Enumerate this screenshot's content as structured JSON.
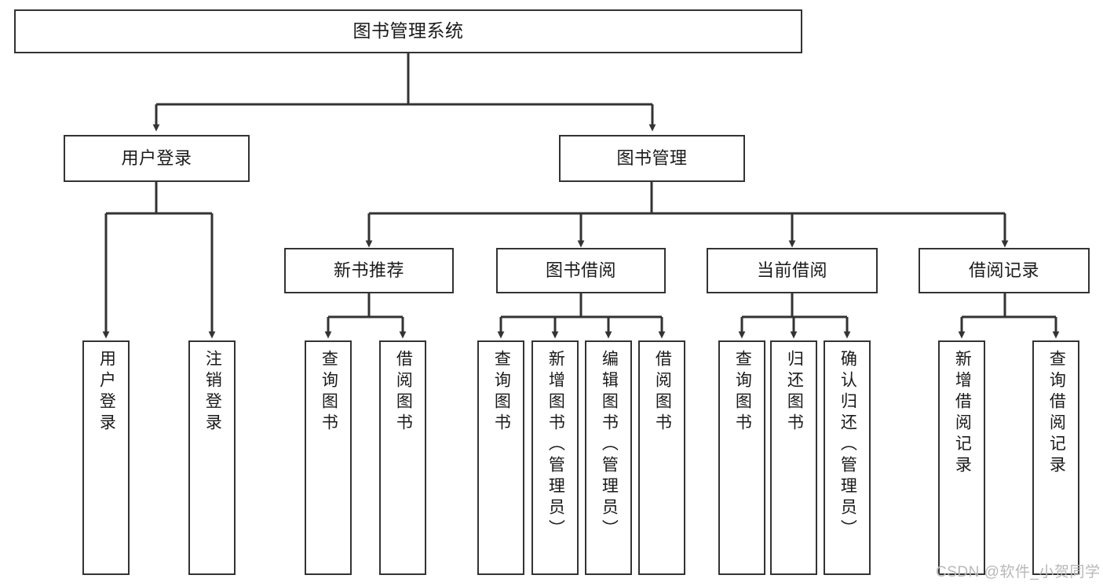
{
  "diagram": {
    "title": "图书管理系统",
    "type": "tree-hierarchy-diagram",
    "nodes": {
      "root": {
        "label": "图书管理系统"
      },
      "level2": [
        {
          "id": "user-login",
          "label": "用户登录"
        },
        {
          "id": "book-management",
          "label": "图书管理"
        }
      ],
      "level3": [
        {
          "id": "new-book-recommend",
          "label": "新书推荐"
        },
        {
          "id": "book-borrow",
          "label": "图书借阅"
        },
        {
          "id": "current-borrow",
          "label": "当前借阅"
        },
        {
          "id": "borrow-record",
          "label": "借阅记录"
        }
      ],
      "leaves": {
        "user_login": [
          {
            "id": "leaf-user-login",
            "label": "用户登录"
          },
          {
            "id": "leaf-logout-login",
            "label": "注销登录"
          }
        ],
        "new_book_recommend": [
          {
            "id": "leaf-query-book-1",
            "label": "查询图书"
          },
          {
            "id": "leaf-borrow-book-1",
            "label": "借阅图书"
          }
        ],
        "book_borrow": [
          {
            "id": "leaf-query-book-2",
            "label": "查询图书"
          },
          {
            "id": "leaf-add-book",
            "label": "新增图书（管理员）"
          },
          {
            "id": "leaf-edit-book",
            "label": "编辑图书（管理员）"
          },
          {
            "id": "leaf-borrow-book-2",
            "label": "借阅图书"
          }
        ],
        "current_borrow": [
          {
            "id": "leaf-query-book-3",
            "label": "查询图书"
          },
          {
            "id": "leaf-return-book",
            "label": "归还图书"
          },
          {
            "id": "leaf-confirm-return",
            "label": "确认归还（管理员）"
          }
        ],
        "borrow_record": [
          {
            "id": "leaf-add-record",
            "label": "新增借阅记录"
          },
          {
            "id": "leaf-query-record",
            "label": "查询借阅记录"
          }
        ]
      }
    },
    "watermark": "CSDN @软件_小贺同学",
    "colors": {
      "border": "#333333",
      "text": "#1a1a1a",
      "background": "#ffffff",
      "watermark": "#b8b8b8"
    }
  }
}
